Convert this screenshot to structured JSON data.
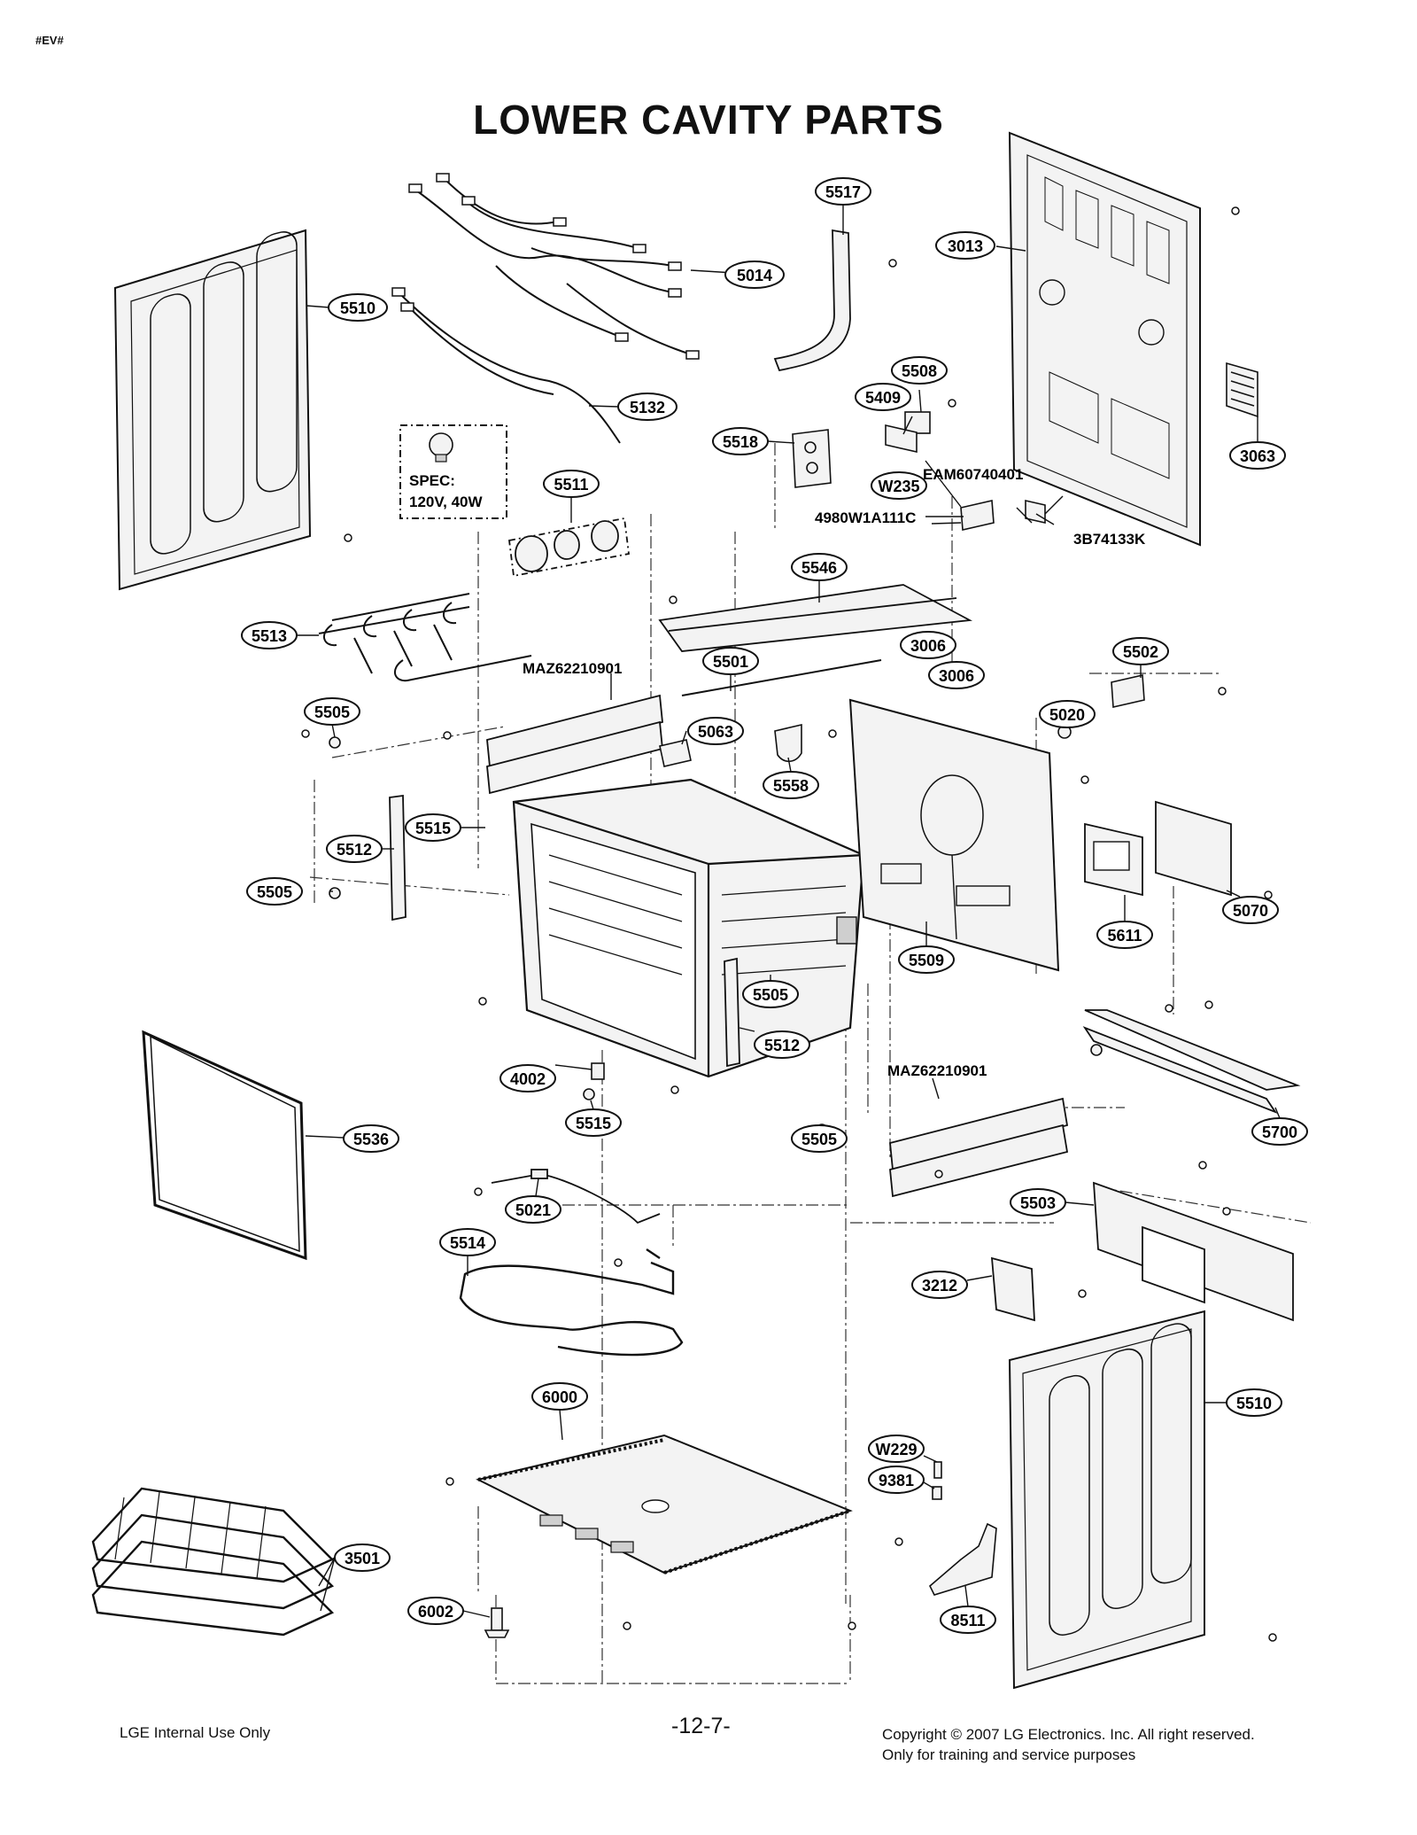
{
  "header": {
    "tag": "#EV#",
    "title": "LOWER CAVITY PARTS"
  },
  "spec_box": {
    "line1": "SPEC:",
    "line2": "120V, 40W"
  },
  "callouts": [
    "5517",
    "3013",
    "5014",
    "5510",
    "5132",
    "5508",
    "5409",
    "5518",
    "W235",
    "3063",
    "5511",
    "5546",
    "5513",
    "3006",
    "3006",
    "5502",
    "5501",
    "5505",
    "5020",
    "5063",
    "5558",
    "5515",
    "5512",
    "5505",
    "5070",
    "5611",
    "5509",
    "5505",
    "5512",
    "4002",
    "5700",
    "5515",
    "5536",
    "5505",
    "5021",
    "5503",
    "5514",
    "3212",
    "5510",
    "6000",
    "W229",
    "9381",
    "3501",
    "6002",
    "8511"
  ],
  "part_numbers": {
    "eam": "EAM60740401",
    "code_4980": "4980W1A111C",
    "code_3b": "3B74133K",
    "maz_upper": "MAZ62210901",
    "maz_lower": "MAZ62210901"
  },
  "footer": {
    "left": "LGE Internal Use Only",
    "page": "-12-7-",
    "right_line1": "Copyright © 2007 LG Electronics. Inc. All right reserved.",
    "right_line2": "Only for training and service purposes"
  },
  "colors": {
    "ink": "#111111",
    "part_fill": "#f3f3f3",
    "part_shade": "#cfcfcf"
  }
}
